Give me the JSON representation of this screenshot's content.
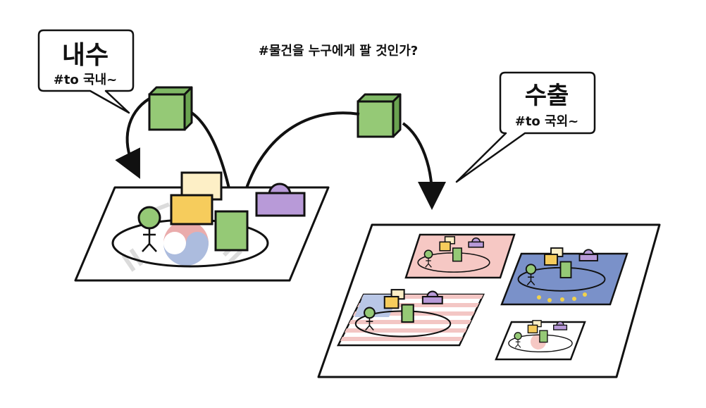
{
  "heading": "#물건을 누구에게 팔 것인가?",
  "domestic": {
    "title": "내수",
    "subtitle": "#to 국내~"
  },
  "export": {
    "title": "수출",
    "subtitle": "#to 국외~"
  },
  "colors": {
    "box_green": "#95c976",
    "box_yellow": "#f6cc5c",
    "box_cream": "#fdefc6",
    "box_purple": "#b89ad8",
    "outline": "#111111",
    "flag_red": "#f6c8c4",
    "flag_blue": "#7a91c9"
  }
}
